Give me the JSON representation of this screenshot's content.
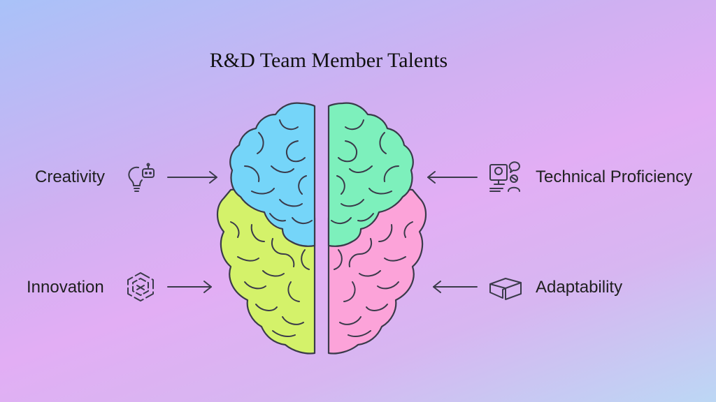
{
  "title": "R&D Team Member Talents",
  "talents": {
    "creativity": {
      "label": "Creativity",
      "icon": "lightbulb-robot-icon"
    },
    "innovation": {
      "label": "Innovation",
      "icon": "interlinked-hexagon-icon"
    },
    "technical": {
      "label": "Technical Proficiency",
      "icon": "computer-user-chat-icon"
    },
    "adaptability": {
      "label": "Adaptability",
      "icon": "open-box-icon"
    }
  },
  "colors": {
    "left_top": "#75d5f9",
    "left_bottom": "#d4f26a",
    "right_top": "#7df0bc",
    "right_bottom": "#fca3d9",
    "outline": "#3a3a4a"
  }
}
